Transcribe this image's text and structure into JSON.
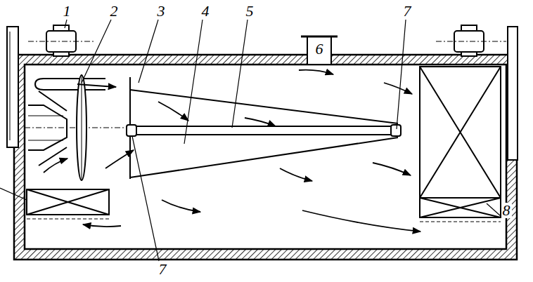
{
  "diagram": {
    "labels": [
      "1",
      "2",
      "3",
      "4",
      "5",
      "6",
      "7",
      "7",
      "8"
    ]
  }
}
